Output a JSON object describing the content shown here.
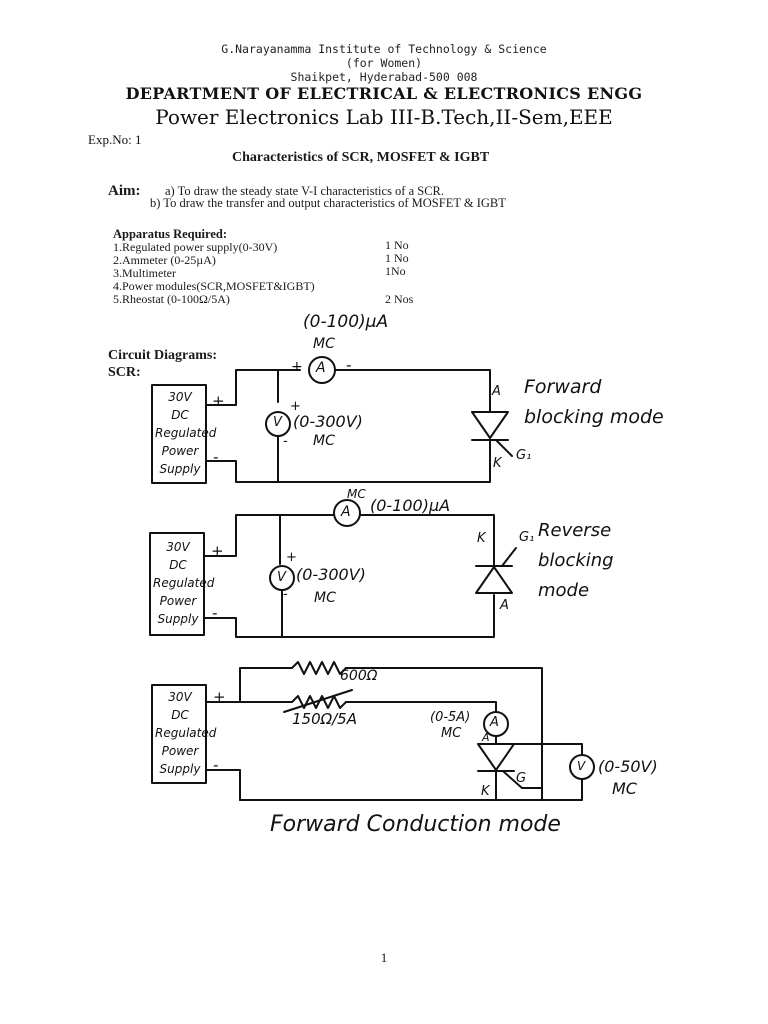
{
  "header": {
    "institute": "G.Narayanamma Institute of Technology & Science",
    "for_women": "(for Women)",
    "address": "Shaikpet, Hyderabad-500 008",
    "department": "DEPARTMENT OF ELECTRICAL & ELECTRONICS ENGG",
    "lab": "Power Electronics Lab III-B.Tech,II-Sem,EEE",
    "exp_no": "Exp.No: 1"
  },
  "experiment": {
    "title": "Characteristics of SCR, MOSFET & IGBT",
    "aim_label": "Aim:",
    "aim_a": "a) To draw the steady state V-I characteristics of a SCR.",
    "aim_b": "b) To draw the transfer and output characteristics of   MOSFET & IGBT"
  },
  "apparatus": {
    "heading": "Apparatus Required:",
    "items": [
      {
        "name": "1.Regulated power supply(0-30V)",
        "qty": "1 No"
      },
      {
        "name": "2.Ammeter (0-25µA)",
        "qty": "1 No"
      },
      {
        "name": "3.Multimeter",
        "qty": "1No"
      },
      {
        "name": "4.Power modules(SCR,MOSFET&IGBT)",
        "qty": ""
      },
      {
        "name": "5.Rheostat (0-100Ω/5A)",
        "qty": "2 Nos"
      }
    ]
  },
  "circuits": {
    "heading": "Circuit Diagrams:",
    "scr_label": "SCR:",
    "supply_lines": [
      "30V",
      "DC",
      "Regulated",
      "Power",
      "Supply"
    ],
    "plus": "+",
    "minus": "-",
    "ammeter_symbol": "A",
    "voltmeter_symbol": "V",
    "mc": "MC",
    "anode": "A",
    "cathode": "K",
    "gate": "G",
    "gate_variant": "G₁",
    "diagram1": {
      "ammeter_range": "(0-100)µA",
      "voltmeter_range": "(0-300V)",
      "mode": "Forward blocking mode"
    },
    "diagram2": {
      "ammeter_range": "(0-100)µA",
      "voltmeter_range": "(0-300V)",
      "mode": "Reverse blocking mode"
    },
    "diagram3": {
      "rheostat1": "600Ω",
      "rheostat2": "150Ω/5A",
      "ammeter_range": "(0-5A)",
      "voltmeter_range": "(0-50V)",
      "mode": "Forward Conduction mode"
    }
  },
  "footer": {
    "page_number": "1"
  }
}
